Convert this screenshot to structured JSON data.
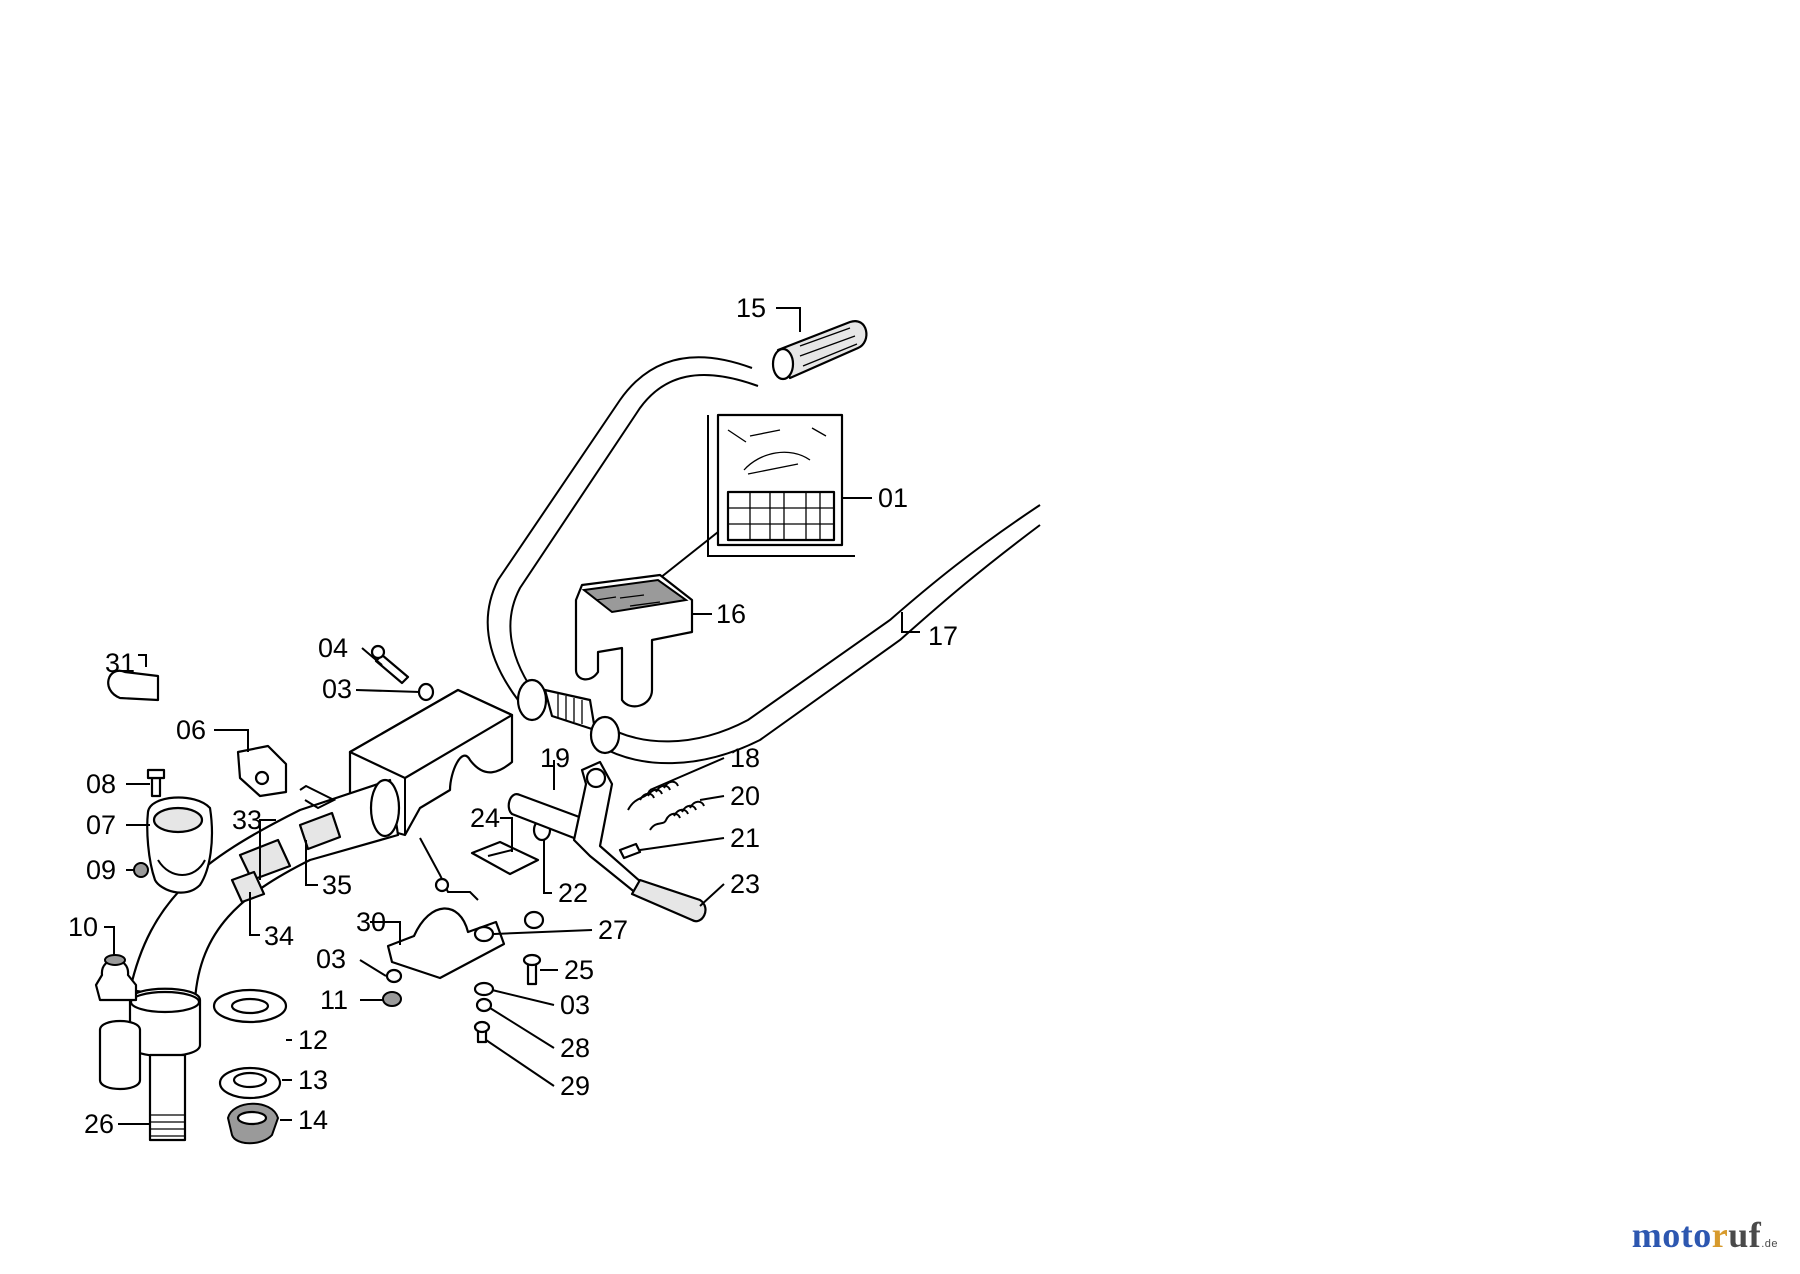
{
  "diagram": {
    "part_labels": {
      "p01": "01",
      "p03a": "03",
      "p03b": "03",
      "p03c": "03",
      "p04": "04",
      "p06": "06",
      "p07": "07",
      "p08": "08",
      "p09": "09",
      "p10": "10",
      "p11": "11",
      "p12": "12",
      "p13": "13",
      "p14": "14",
      "p15": "15",
      "p16": "16",
      "p17": "17",
      "p18": "18",
      "p19": "19",
      "p20": "20",
      "p21": "21",
      "p22": "22",
      "p23": "23",
      "p24": "24",
      "p25": "25",
      "p26": "26",
      "p27": "27",
      "p28": "28",
      "p29": "29",
      "p30": "30",
      "p31": "31",
      "p33": "33",
      "p34": "34",
      "p35": "35"
    }
  },
  "watermark": {
    "part1": "moto",
    "part2": "r",
    "part3": "uf",
    "tld": ".de"
  },
  "colors": {
    "line": "#000000",
    "brand_blue": "#2d57b0",
    "brand_orange": "#d79a2c"
  }
}
